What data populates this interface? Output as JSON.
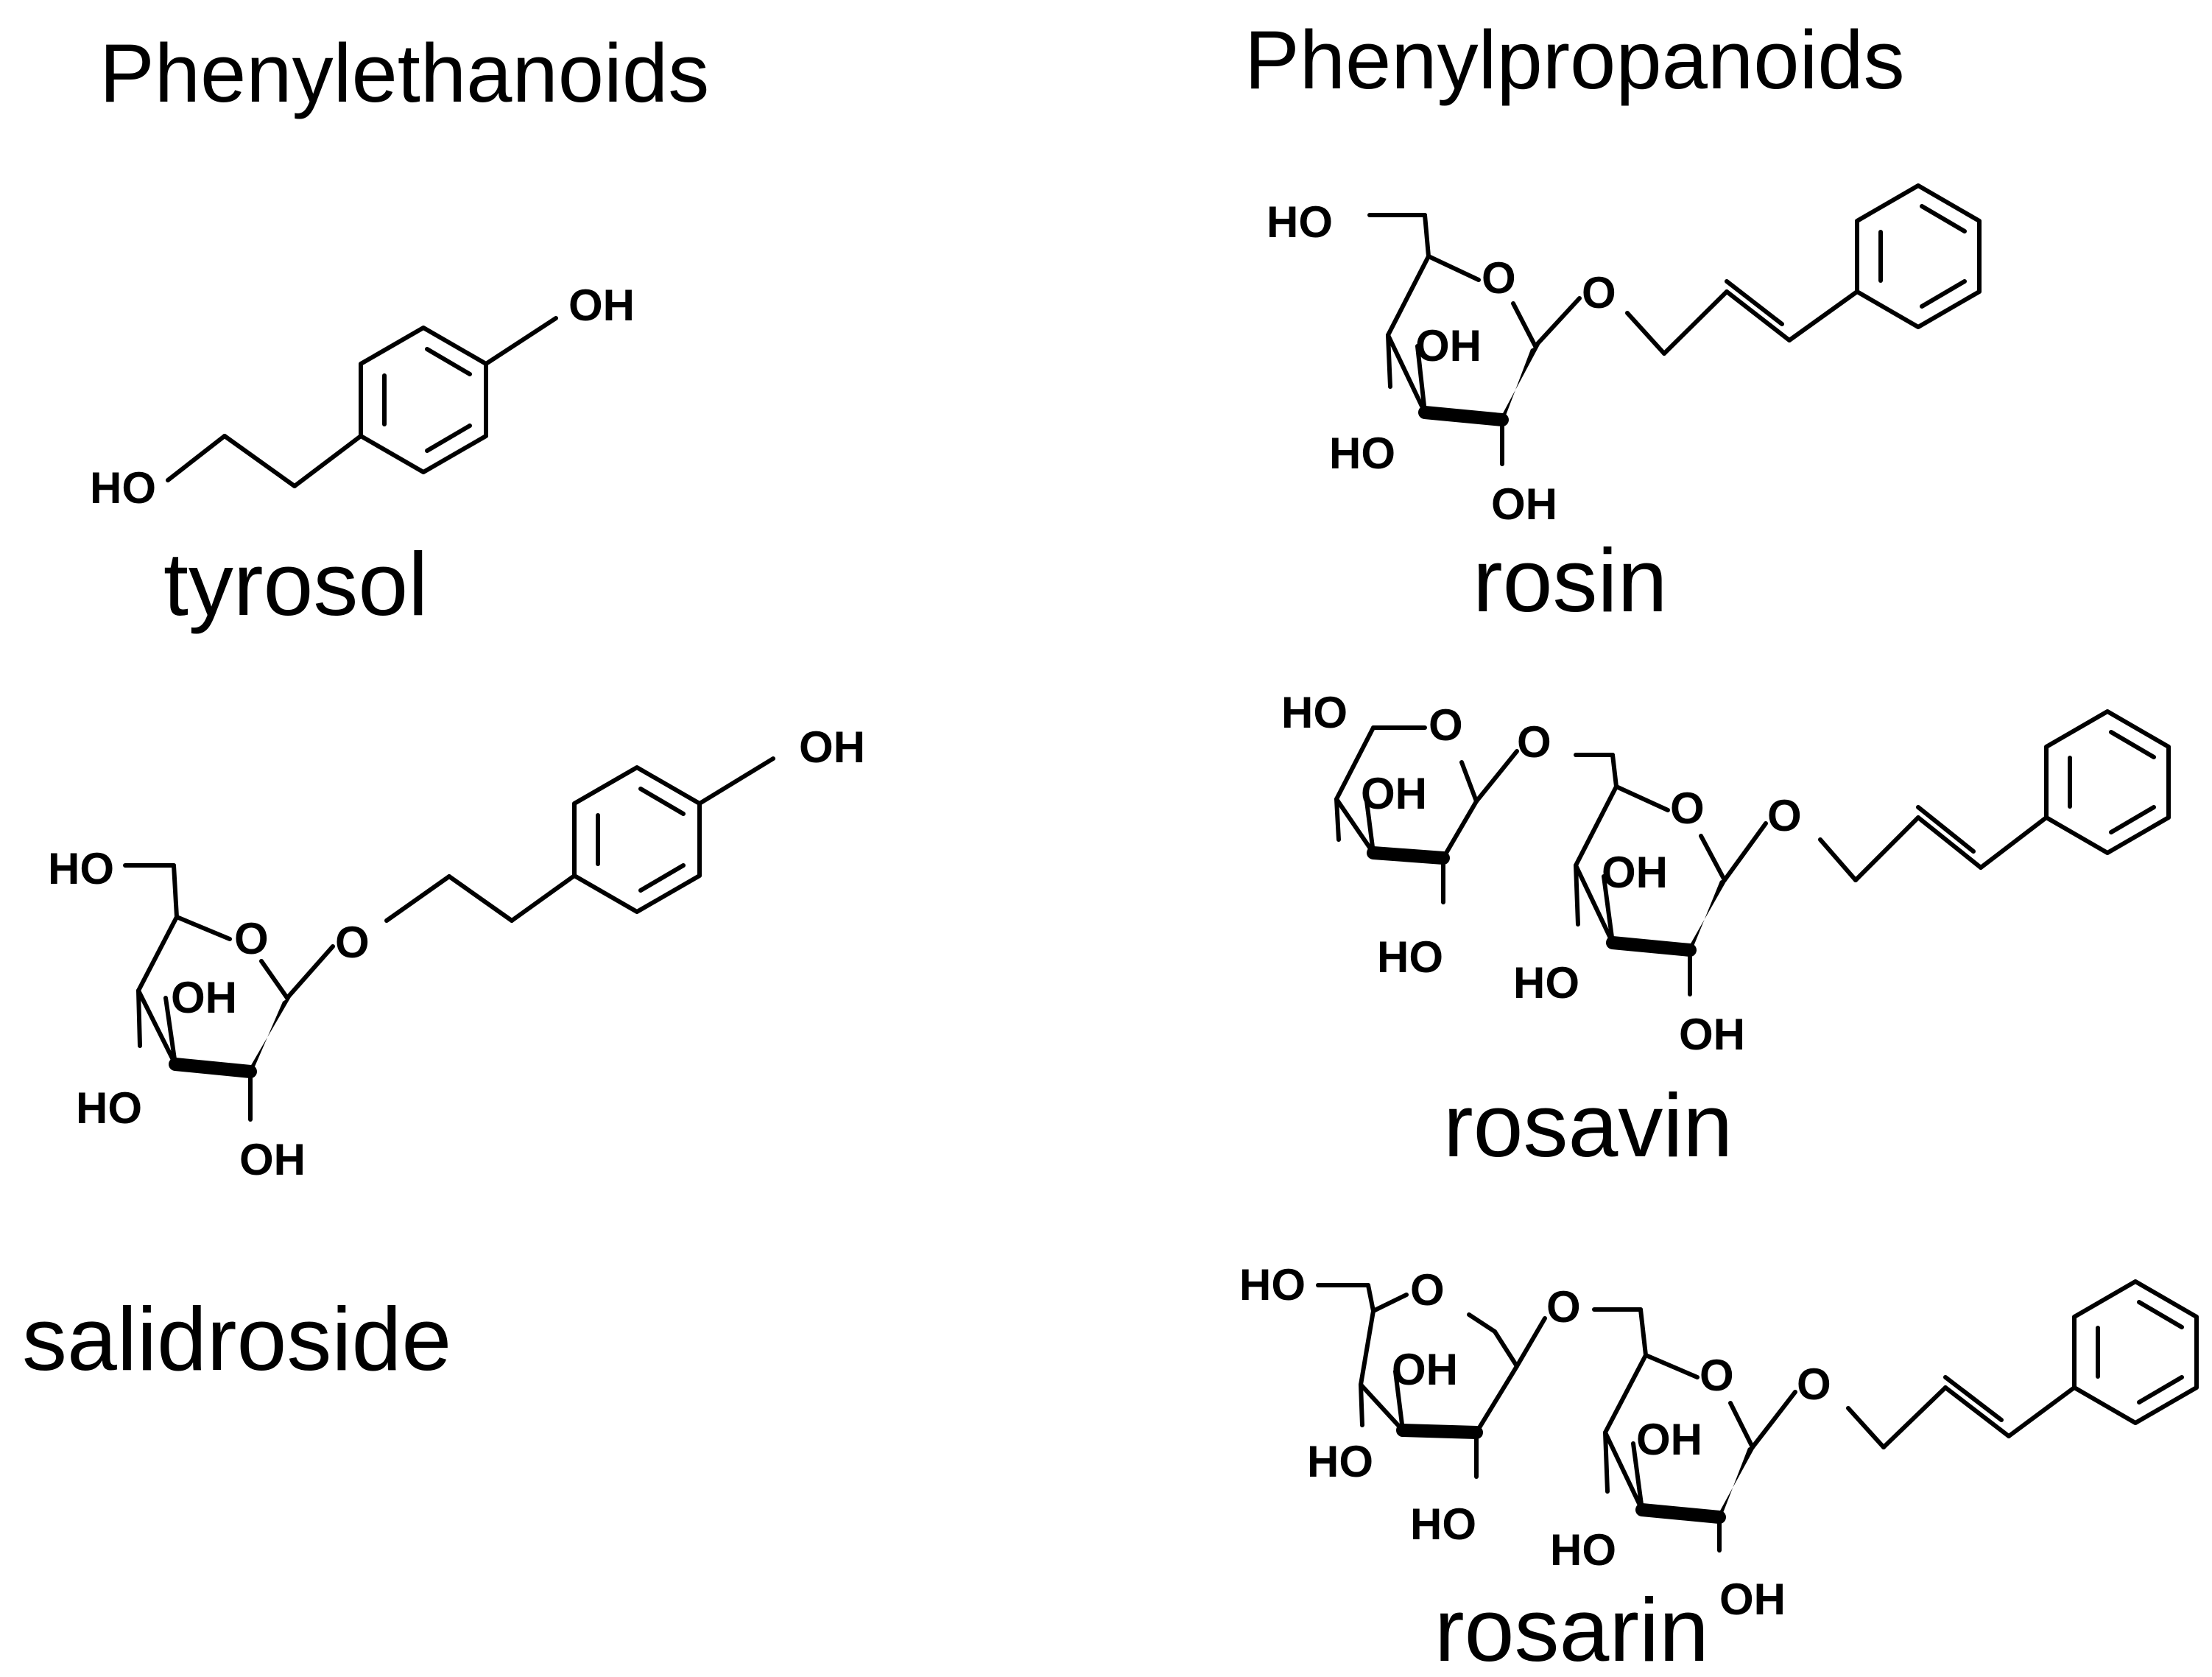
{
  "classes": {
    "left": "Phenylethanoids",
    "right": "Phenylpropanoids"
  },
  "compounds": {
    "tyrosol": "tyrosol",
    "salidroside": "salidroside",
    "rosin": "rosin",
    "rosavin": "rosavin",
    "rosarin": "rosarin"
  },
  "atoms": {
    "OH": "OH",
    "HO": "HO",
    "O": "O"
  }
}
